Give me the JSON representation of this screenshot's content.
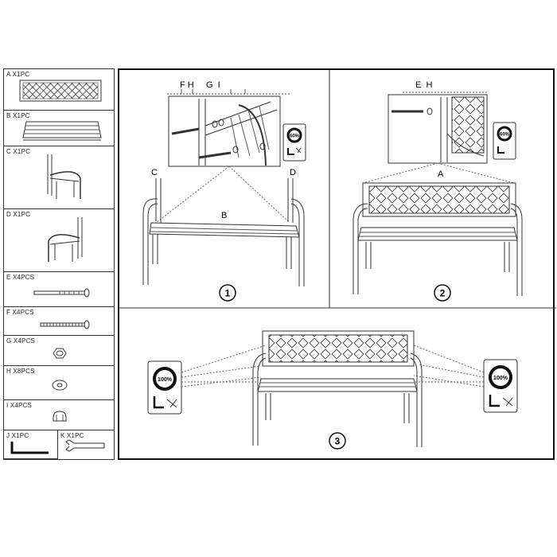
{
  "parts": [
    {
      "label": "A X1PC"
    },
    {
      "label": "B X1PC"
    },
    {
      "label": "C X1PC"
    },
    {
      "label": "D X1PC"
    },
    {
      "label": "E X4PCS"
    },
    {
      "label": "F X4PCS"
    },
    {
      "label": "G X4PCS"
    },
    {
      "label": "H X8PCS"
    },
    {
      "label": "I X4PCS"
    },
    {
      "label": "J X1PC"
    },
    {
      "label": "K X1PC"
    }
  ],
  "step1": {
    "number": "1",
    "callout_letters": "F H     G  I",
    "tighten": "60%",
    "label_c": "C",
    "label_d": "D",
    "label_b": "B"
  },
  "step2": {
    "number": "2",
    "callout_letters": "E  H",
    "tighten": "60%",
    "label_a": "A"
  },
  "step3": {
    "number": "3",
    "tighten_left": "100%",
    "tighten_right": "100%"
  }
}
